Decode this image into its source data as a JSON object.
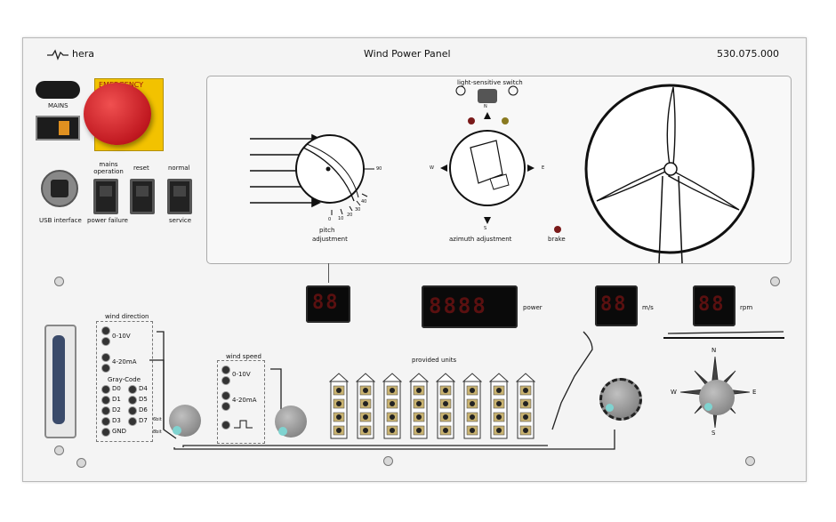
{
  "panel": {
    "title": "Wind Power Panel",
    "part_number": "530.075.000",
    "brand": "hera"
  },
  "top_left": {
    "mains_label": "MAINS",
    "emergency_stop_text": "EMERGENCY STOP",
    "usb_label": "USB interface",
    "mains_operation_label": "mains operation",
    "power_failure_label": "power failure",
    "reset_label": "reset",
    "normal_label": "normal",
    "service_label": "service"
  },
  "diagram": {
    "light_switch_label": "light-sensitive switch",
    "pitch_label_1": "pitch",
    "pitch_label_2": "adjustment",
    "pitch_scale": [
      "0",
      "10",
      "20",
      "30",
      "40",
      "90"
    ],
    "azimuth_label": "azimuth adjustment",
    "brake_label": "brake",
    "compass_n": "N",
    "compass_e": "E",
    "compass_s": "S",
    "compass_w": "W"
  },
  "displays": {
    "pitch_value": "88",
    "power_value": "8888",
    "power_label": "power",
    "speed_value": "88",
    "speed_unit": "m/s",
    "rpm_value": "88",
    "rpm_unit": "rpm"
  },
  "wind_direction": {
    "title": "wind direction",
    "voltage_label": "0-10V",
    "current_label": "4-20mA",
    "gray_code_label": "Gray-Code",
    "bits_left": [
      "D0",
      "D1",
      "D2",
      "D3"
    ],
    "bits_right": [
      "D4",
      "D5",
      "D6",
      "D7"
    ],
    "gnd_label": "GND",
    "bit6_label": "6bit",
    "bit8_label": "8bit"
  },
  "wind_speed": {
    "title": "wind speed",
    "voltage_label": "0-10V",
    "current_label": "4-20mA"
  },
  "provided_units": {
    "title": "provided units",
    "count": 8
  },
  "compass": {
    "n": "N",
    "e": "E",
    "s": "S",
    "w": "W"
  },
  "colors": {
    "panel": "#f4f4f4",
    "display_digit": "#5a1010",
    "emergency_red": "#d9272e",
    "emergency_yellow": "#f2c200",
    "knob_grey": "#9a9a9a",
    "knob_tip": "#7fd3d0"
  }
}
